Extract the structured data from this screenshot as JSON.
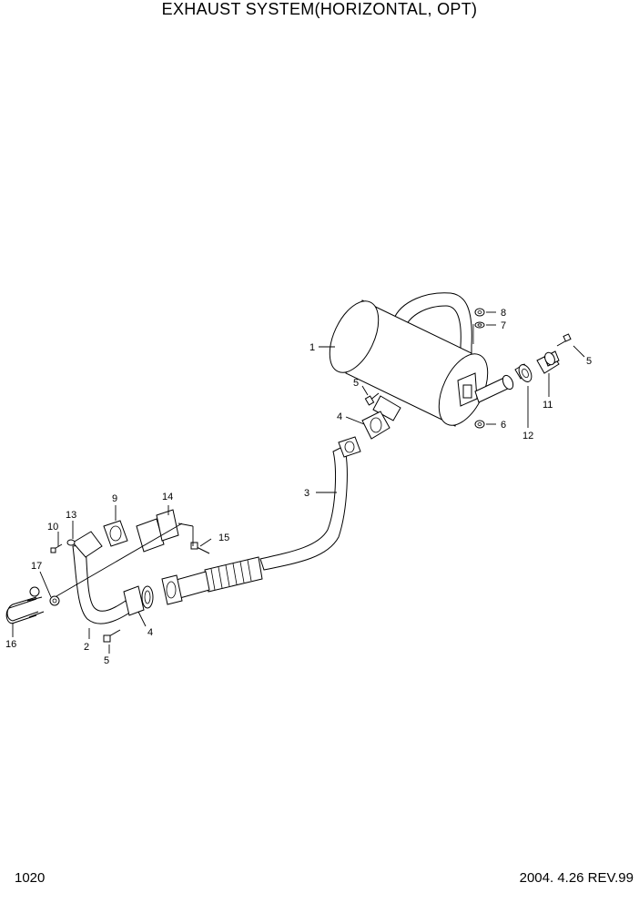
{
  "header": {
    "title": "EXHAUST SYSTEM(HORIZONTAL, OPT)"
  },
  "footer": {
    "page_number": "1020",
    "revision": "2004. 4.26 REV.99"
  },
  "callouts": [
    {
      "id": "c1",
      "text": "1"
    },
    {
      "id": "c2",
      "text": "2"
    },
    {
      "id": "c3",
      "text": "3"
    },
    {
      "id": "c4a",
      "text": "4"
    },
    {
      "id": "c4b",
      "text": "4"
    },
    {
      "id": "c5a",
      "text": "5"
    },
    {
      "id": "c5b",
      "text": "5"
    },
    {
      "id": "c5c",
      "text": "5"
    },
    {
      "id": "c6",
      "text": "6"
    },
    {
      "id": "c7",
      "text": "7"
    },
    {
      "id": "c8",
      "text": "8"
    },
    {
      "id": "c9",
      "text": "9"
    },
    {
      "id": "c10",
      "text": "10"
    },
    {
      "id": "c11",
      "text": "11"
    },
    {
      "id": "c12",
      "text": "12"
    },
    {
      "id": "c13",
      "text": "13"
    },
    {
      "id": "c14",
      "text": "14"
    },
    {
      "id": "c15",
      "text": "15"
    },
    {
      "id": "c16",
      "text": "16"
    },
    {
      "id": "c17",
      "text": "17"
    }
  ]
}
